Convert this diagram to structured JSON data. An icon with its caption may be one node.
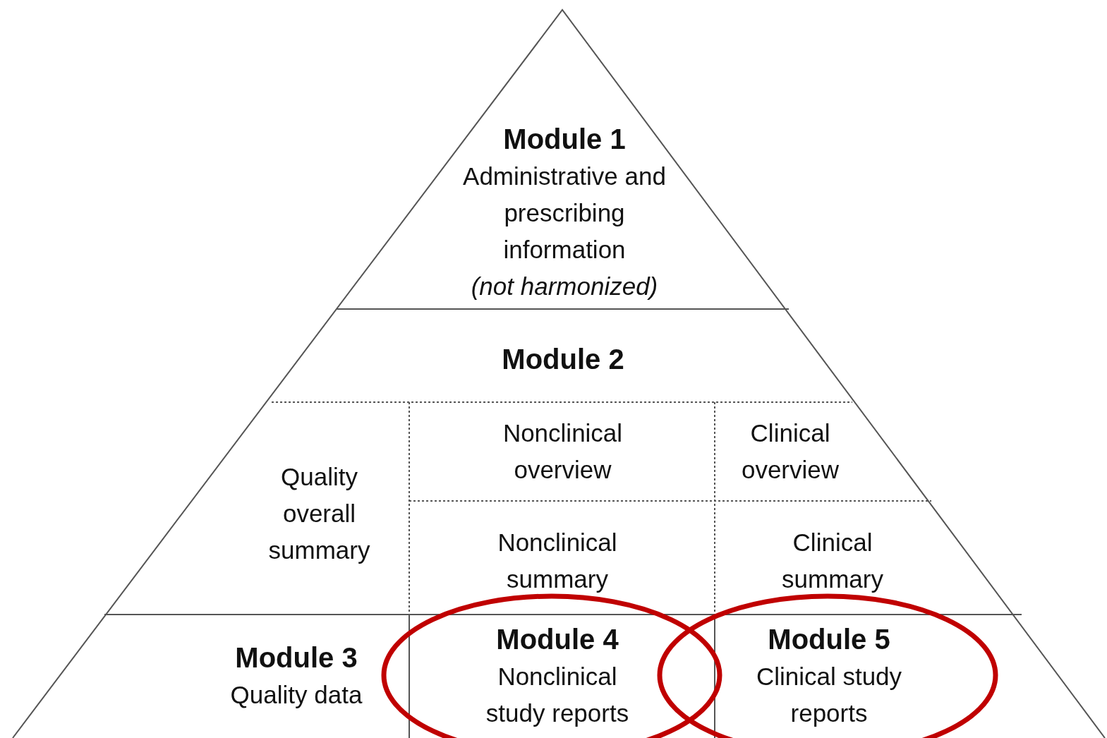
{
  "diagram": {
    "nodes": [
      {
        "text": [
          "Module 1",
          "Administrative and prescribing information",
          "(not harmonized)"
        ]
      },
      {
        "text": [
          "Module 2"
        ]
      },
      {
        "text": [
          "Quality overall summary"
        ],
        "in": 1
      },
      {
        "text": [
          "Nonclinical overview"
        ],
        "in": 1
      },
      {
        "text": [
          "Clinical overview"
        ],
        "in": 1
      },
      {
        "text": [
          "Nonclinical summary"
        ],
        "in": 1
      },
      {
        "text": [
          "Clinical summary"
        ],
        "in": 1
      },
      {
        "text": [
          "Module 3",
          "Quality data"
        ]
      },
      {
        "text": [
          "Module 4",
          "Nonclinical study reports"
        ]
      },
      {
        "text": [
          "Module 5",
          "Clinical study reports"
        ]
      }
    ],
    "edges": []
  }
}
